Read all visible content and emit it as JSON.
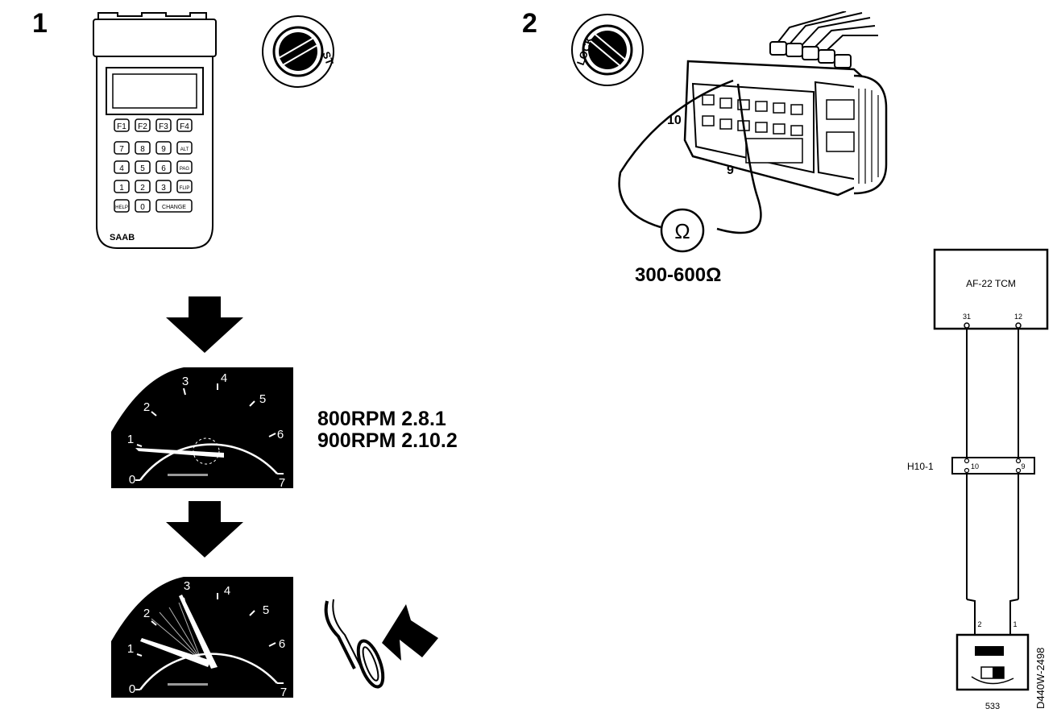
{
  "steps": {
    "step1": "1",
    "step2": "2"
  },
  "tester": {
    "keys_row1": [
      "F1",
      "F2",
      "F3",
      "F4"
    ],
    "keys_row2": [
      "7",
      "8",
      "9",
      "ALT"
    ],
    "keys_row3": [
      "4",
      "5",
      "6",
      "PAG"
    ],
    "keys_row4": [
      "1",
      "2",
      "3",
      "FLIP"
    ],
    "keys_row5": [
      "HELP",
      "0",
      "CHANGE"
    ],
    "brand": "SAAB"
  },
  "ignition_st": {
    "label": "ST"
  },
  "ignition_lock": {
    "label": "LOCK"
  },
  "gauge_top": {
    "ticks": [
      "0",
      "1",
      "2",
      "3",
      "4",
      "5",
      "6",
      "7"
    ]
  },
  "gauge_bottom": {
    "ticks": [
      "0",
      "1",
      "2",
      "3",
      "4",
      "5",
      "6",
      "7"
    ]
  },
  "rpm_text": {
    "line1": "800RPM 2.8.1",
    "line2": "900RPM 2.10.2"
  },
  "connector": {
    "pin_a": "10",
    "pin_b": "9",
    "meter_symbol": "Ω",
    "resistance": "300-600Ω"
  },
  "schematic": {
    "tcm_label": "AF-22 TCM",
    "tcm_pin_left": "31",
    "tcm_pin_right": "12",
    "connector_label": "H10-1",
    "conn_pin_left": "10",
    "conn_pin_right": "9",
    "comp_pin_left": "2",
    "comp_pin_right": "1",
    "component_number": "533",
    "figure_code": "D440W-2498"
  }
}
